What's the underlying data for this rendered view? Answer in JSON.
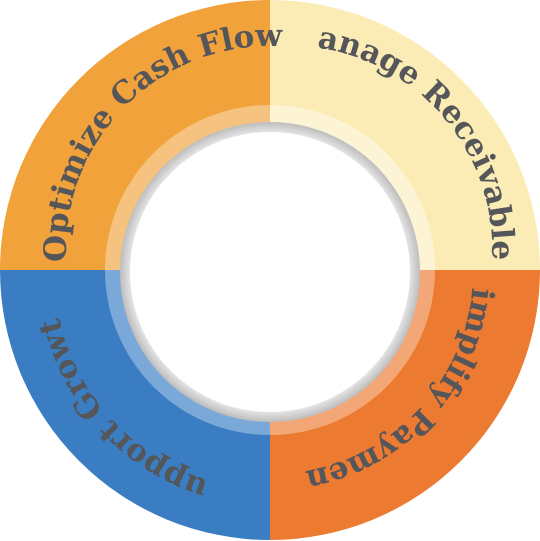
{
  "segments": [
    {
      "label": "Optimize Cash Flow",
      "color": "#f2a23b",
      "inner_color": "#f6c27f"
    },
    {
      "label": "Manage Receivables",
      "color": "#fbecb6",
      "inner_color": "#fdf4d6"
    },
    {
      "label": "Simplify Payments",
      "color": "#ec7a30",
      "inner_color": "#f3a676"
    },
    {
      "label": "Support Growth",
      "color": "#3b7dc2",
      "inner_color": "#7aa8d9"
    }
  ],
  "colors": {
    "label_text": "#55565a",
    "center": "#ffffff",
    "center_shadow": "#9a9a9a"
  }
}
